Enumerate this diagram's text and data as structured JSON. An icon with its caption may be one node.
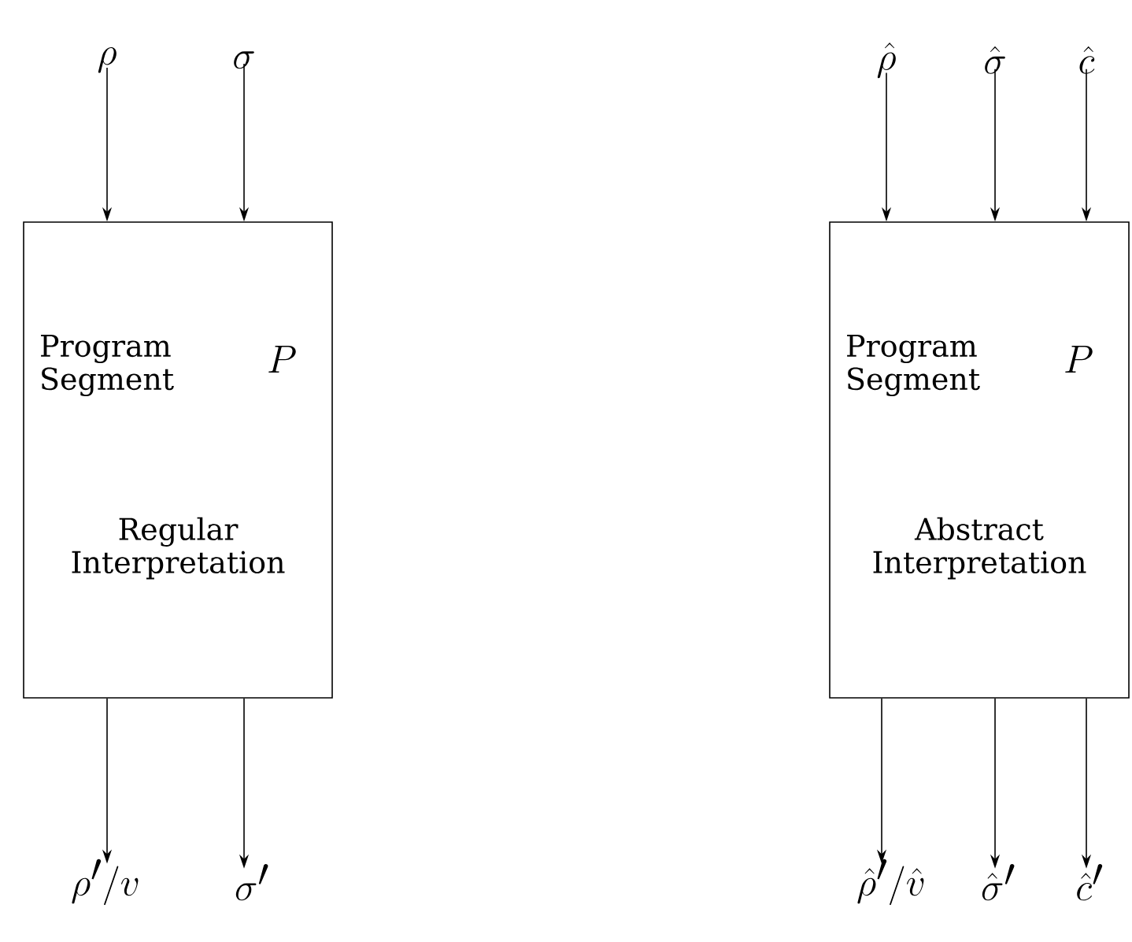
{
  "diagram": {
    "nodes": [
      {
        "text": [
          "\\rho"
        ]
      },
      {
        "text": [
          "\\sigma"
        ]
      },
      {
        "text": [
          "Program Segment",
          "P",
          "Regular Interpretation"
        ]
      },
      {
        "text": [
          "\\rho'/v"
        ]
      },
      {
        "text": [
          "\\sigma'"
        ]
      },
      {
        "text": [
          "\\hat{\\rho}"
        ]
      },
      {
        "text": [
          "\\hat{\\sigma}"
        ]
      },
      {
        "text": [
          "\\hat{c}"
        ]
      },
      {
        "text": [
          "Program Segment",
          "P",
          "Abstract Interpretation"
        ]
      },
      {
        "text": [
          "\\hat{\\rho}'/\\hat{v}"
        ]
      },
      {
        "text": [
          "\\hat{\\sigma}'"
        ]
      },
      {
        "text": [
          "\\hat{c}'"
        ]
      }
    ],
    "edges": [
      {
        "from": 0,
        "to": 2,
        "arrow": "to"
      },
      {
        "from": 1,
        "to": 2,
        "arrow": "to"
      },
      {
        "from": 2,
        "to": 3,
        "arrow": "to"
      },
      {
        "from": 2,
        "to": 4,
        "arrow": "to"
      },
      {
        "from": 5,
        "to": 8,
        "arrow": "to"
      },
      {
        "from": 6,
        "to": 8,
        "arrow": "to"
      },
      {
        "from": 7,
        "to": 8,
        "arrow": "to"
      },
      {
        "from": 8,
        "to": 9,
        "arrow": "to"
      },
      {
        "from": 8,
        "to": 10,
        "arrow": "to"
      },
      {
        "from": 8,
        "to": 11,
        "arrow": "to"
      }
    ]
  }
}
